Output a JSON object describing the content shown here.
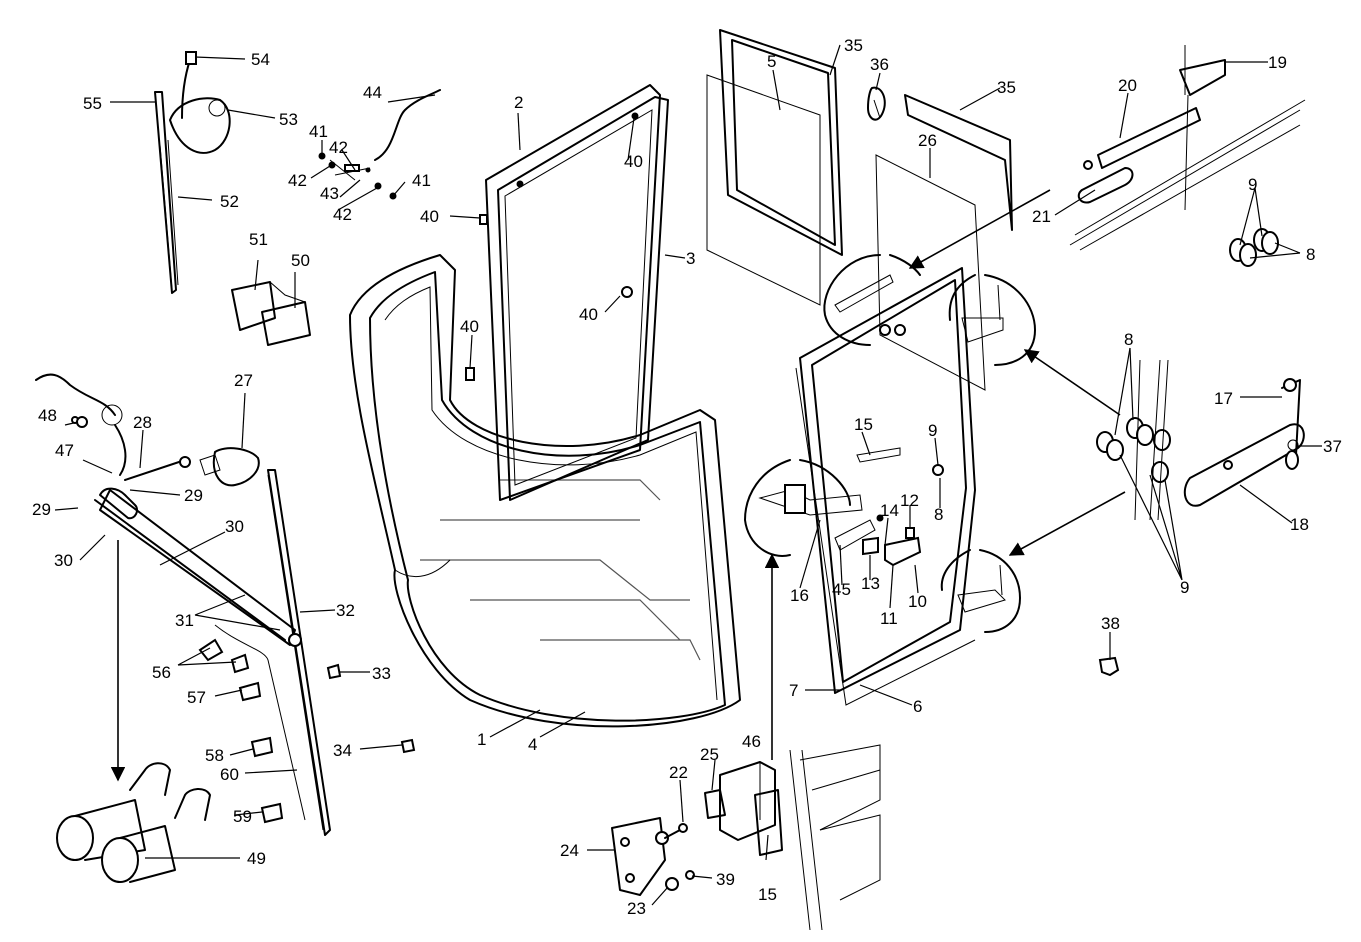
{
  "callouts": [
    "1",
    "2",
    "3",
    "4",
    "5",
    "6",
    "7",
    "8",
    "9",
    "10",
    "11",
    "12",
    "13",
    "14",
    "15",
    "16",
    "17",
    "18",
    "19",
    "20",
    "21",
    "22",
    "23",
    "24",
    "25",
    "26",
    "27",
    "28",
    "29",
    "30",
    "31",
    "32",
    "33",
    "34",
    "35",
    "36",
    "37",
    "38",
    "39",
    "40",
    "41",
    "42",
    "43",
    "44",
    "45",
    "46",
    "47",
    "48",
    "49",
    "50",
    "51",
    "52",
    "53",
    "54",
    "55",
    "56",
    "57",
    "58",
    "59",
    "60"
  ],
  "colors": {
    "line": "#000000",
    "background": "#ffffff"
  }
}
